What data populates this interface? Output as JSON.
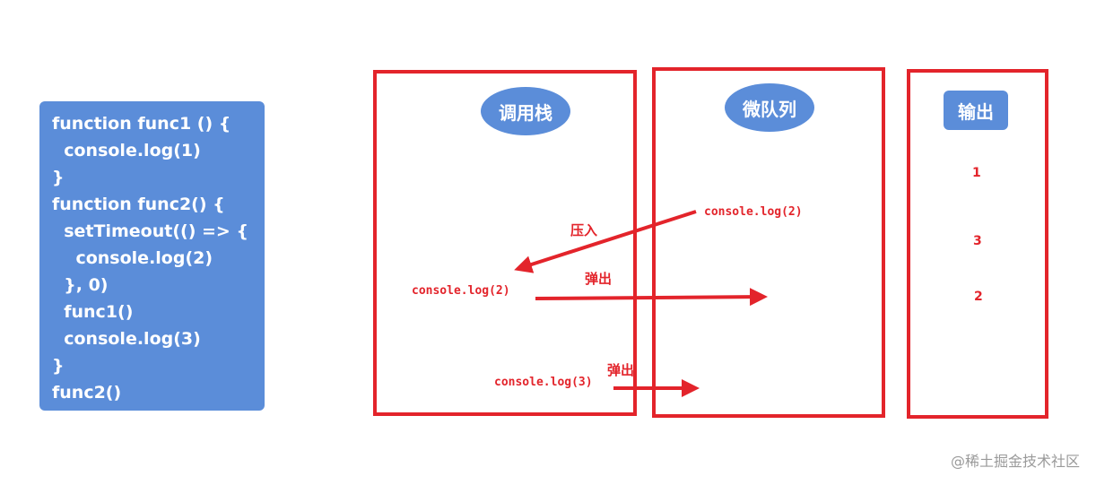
{
  "code": {
    "lines": [
      "function func1 () {",
      "  console.log(1)",
      "}",
      "function func2() {",
      "  setTimeout(() => {",
      "    console.log(2)",
      "  }, 0)",
      "  func1()",
      "  console.log(3)",
      "}",
      "func2()"
    ]
  },
  "panels": {
    "stack": {
      "title": "调用栈"
    },
    "queue": {
      "title": "微队列"
    },
    "output": {
      "title": "输出"
    }
  },
  "labels": {
    "queue_item": "console.log(2)",
    "stack_item_2": "console.log(2)",
    "stack_item_3": "console.log(3)",
    "push": "压入",
    "pop_1": "弹出",
    "pop_2": "弹出"
  },
  "outputs": [
    "1",
    "3",
    "2"
  ],
  "watermark": "@稀土掘金技术社区",
  "colors": {
    "accent_red": "#e3242b",
    "code_bg": "#5b8dd9",
    "text_white": "#ffffff"
  }
}
